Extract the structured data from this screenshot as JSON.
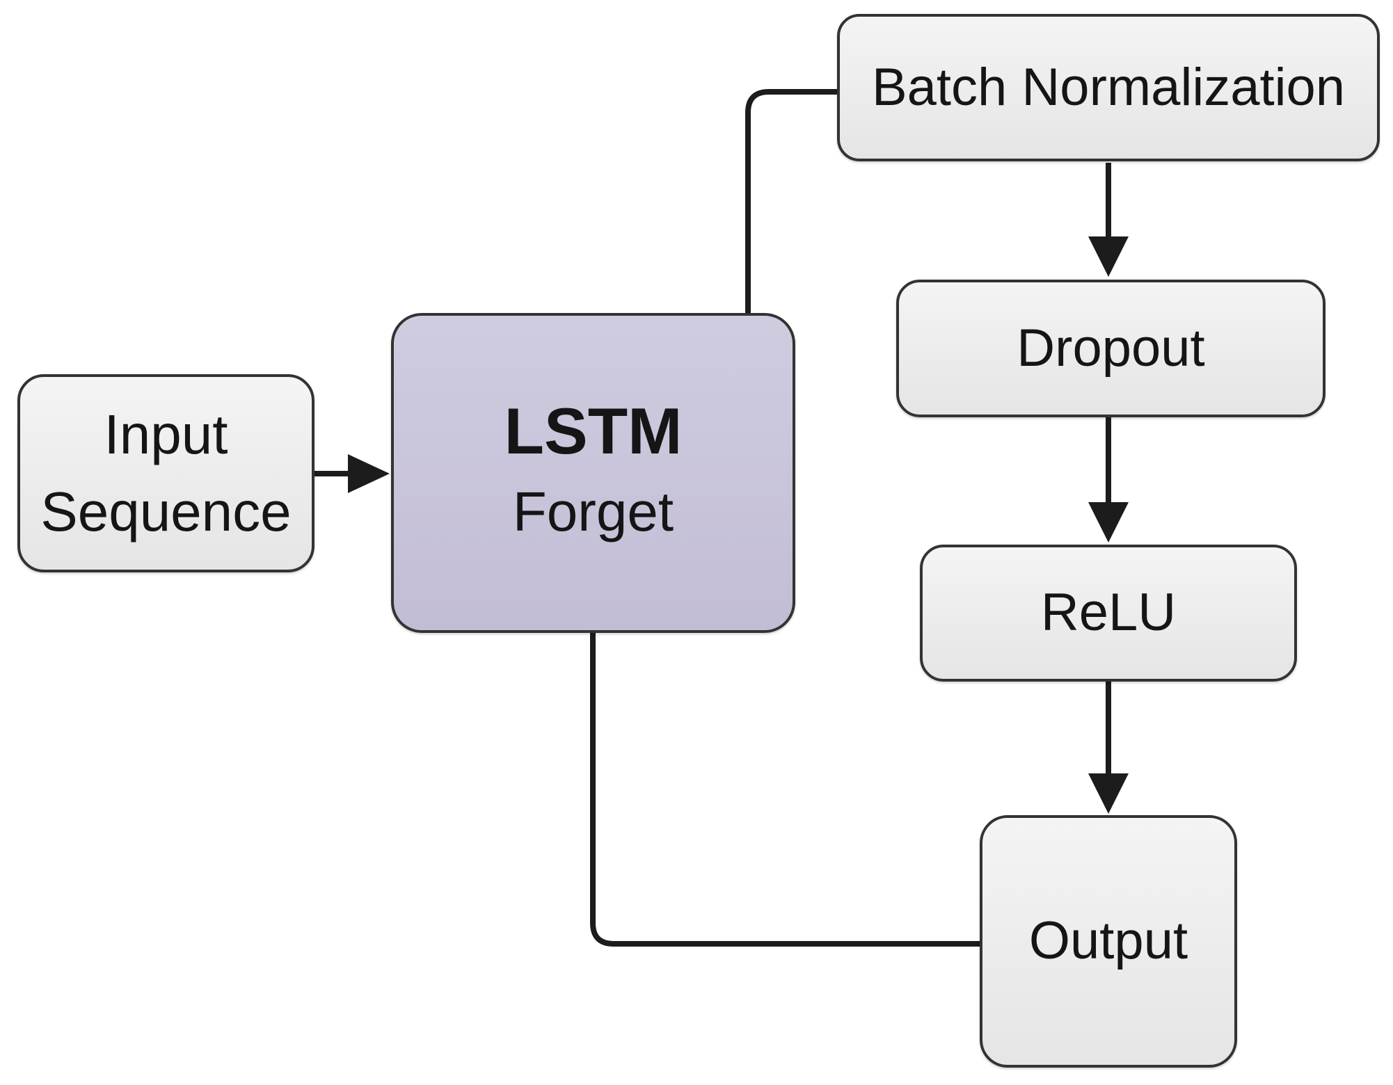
{
  "colors": {
    "background": "#ffffff",
    "connector": "#1c1c1c",
    "box_border": "#333333",
    "gray_box_fill_top": "#f4f4f4",
    "gray_box_fill_bottom": "#e5e5e5",
    "lstm_box_fill_top": "#d0ccdf",
    "lstm_box_fill_bottom": "#c2bdd5",
    "text": "#151515"
  },
  "nodes": {
    "input_sequence": {
      "line1": "Input",
      "line2": "Sequence"
    },
    "lstm": {
      "title": "LSTM",
      "subtitle": "Forget"
    },
    "batch_normalization": {
      "label": "Batch Normalization"
    },
    "dropout": {
      "label": "Dropout"
    },
    "relu": {
      "label": "ReLU"
    },
    "output": {
      "label": "Output"
    }
  },
  "edges": [
    {
      "from": "Input Sequence",
      "to": "LSTM Forget",
      "style": "arrow"
    },
    {
      "from": "LSTM Forget",
      "to": "Batch Normalization",
      "style": "elbow-line"
    },
    {
      "from": "Batch Normalization",
      "to": "Dropout",
      "style": "arrow"
    },
    {
      "from": "Dropout",
      "to": "ReLU",
      "style": "arrow"
    },
    {
      "from": "ReLU",
      "to": "Output",
      "style": "arrow"
    },
    {
      "from": "LSTM Forget",
      "to": "Output",
      "style": "elbow-line"
    }
  ]
}
